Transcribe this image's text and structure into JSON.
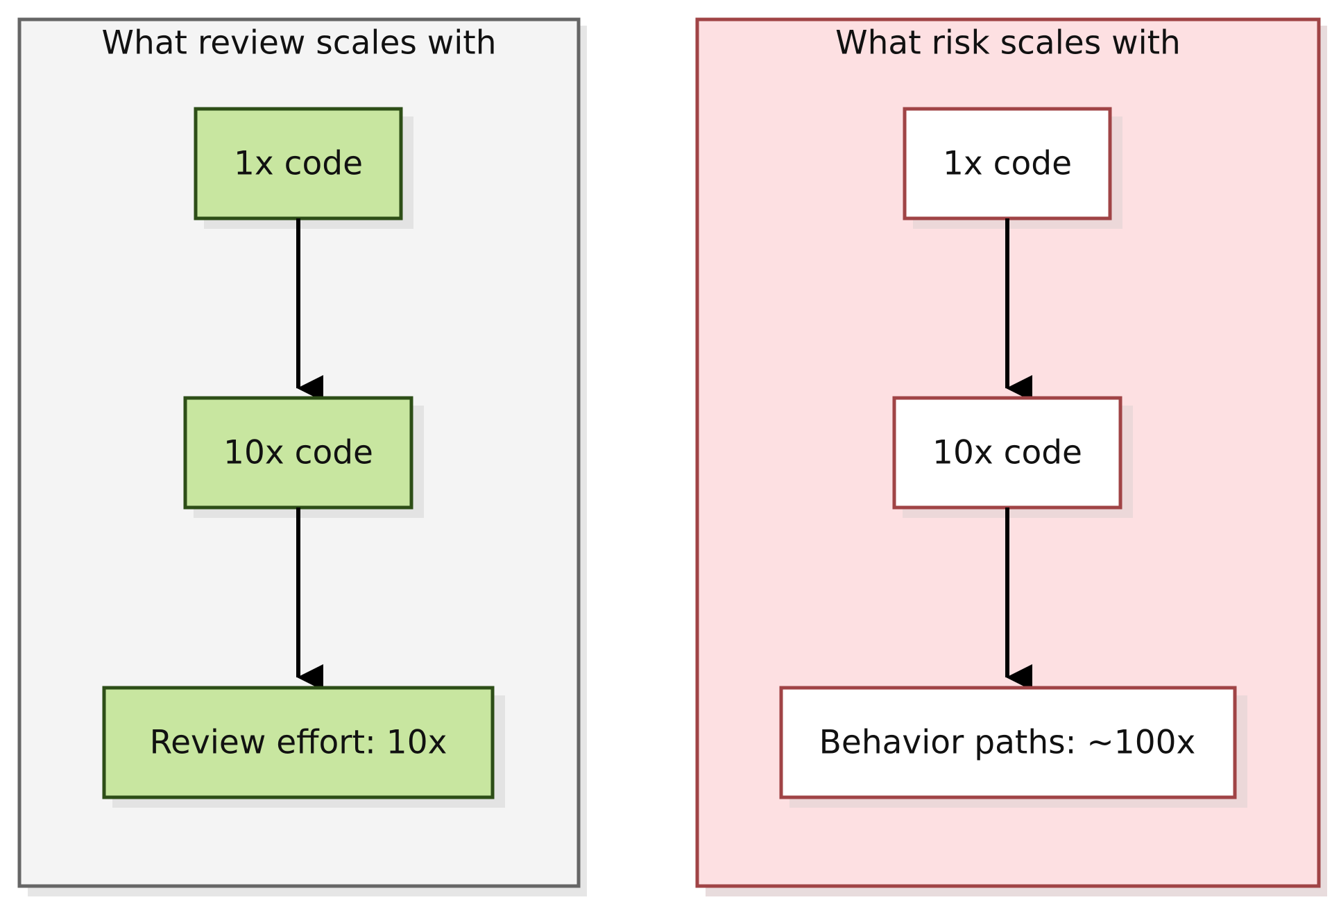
{
  "colors": {
    "left_panel_fill": "#f4f4f4",
    "left_panel_stroke": "#666666",
    "right_panel_fill": "#fde0e2",
    "right_panel_stroke": "#a04446",
    "left_node_fill": "#c8e6a0",
    "left_node_stroke": "#2d4e17",
    "right_node_fill": "#ffffff",
    "right_node_stroke": "#a04446",
    "shadow": "#e3e3e3",
    "arrow": "#000000"
  },
  "panels": [
    {
      "title": "What review scales with",
      "nodes": [
        {
          "label": "1x code"
        },
        {
          "label": "10x code"
        },
        {
          "label": "Review effort: 10x"
        }
      ]
    },
    {
      "title": "What risk scales with",
      "nodes": [
        {
          "label": "1x code"
        },
        {
          "label": "10x code"
        },
        {
          "label": "Behavior paths: ~100x"
        }
      ]
    }
  ]
}
